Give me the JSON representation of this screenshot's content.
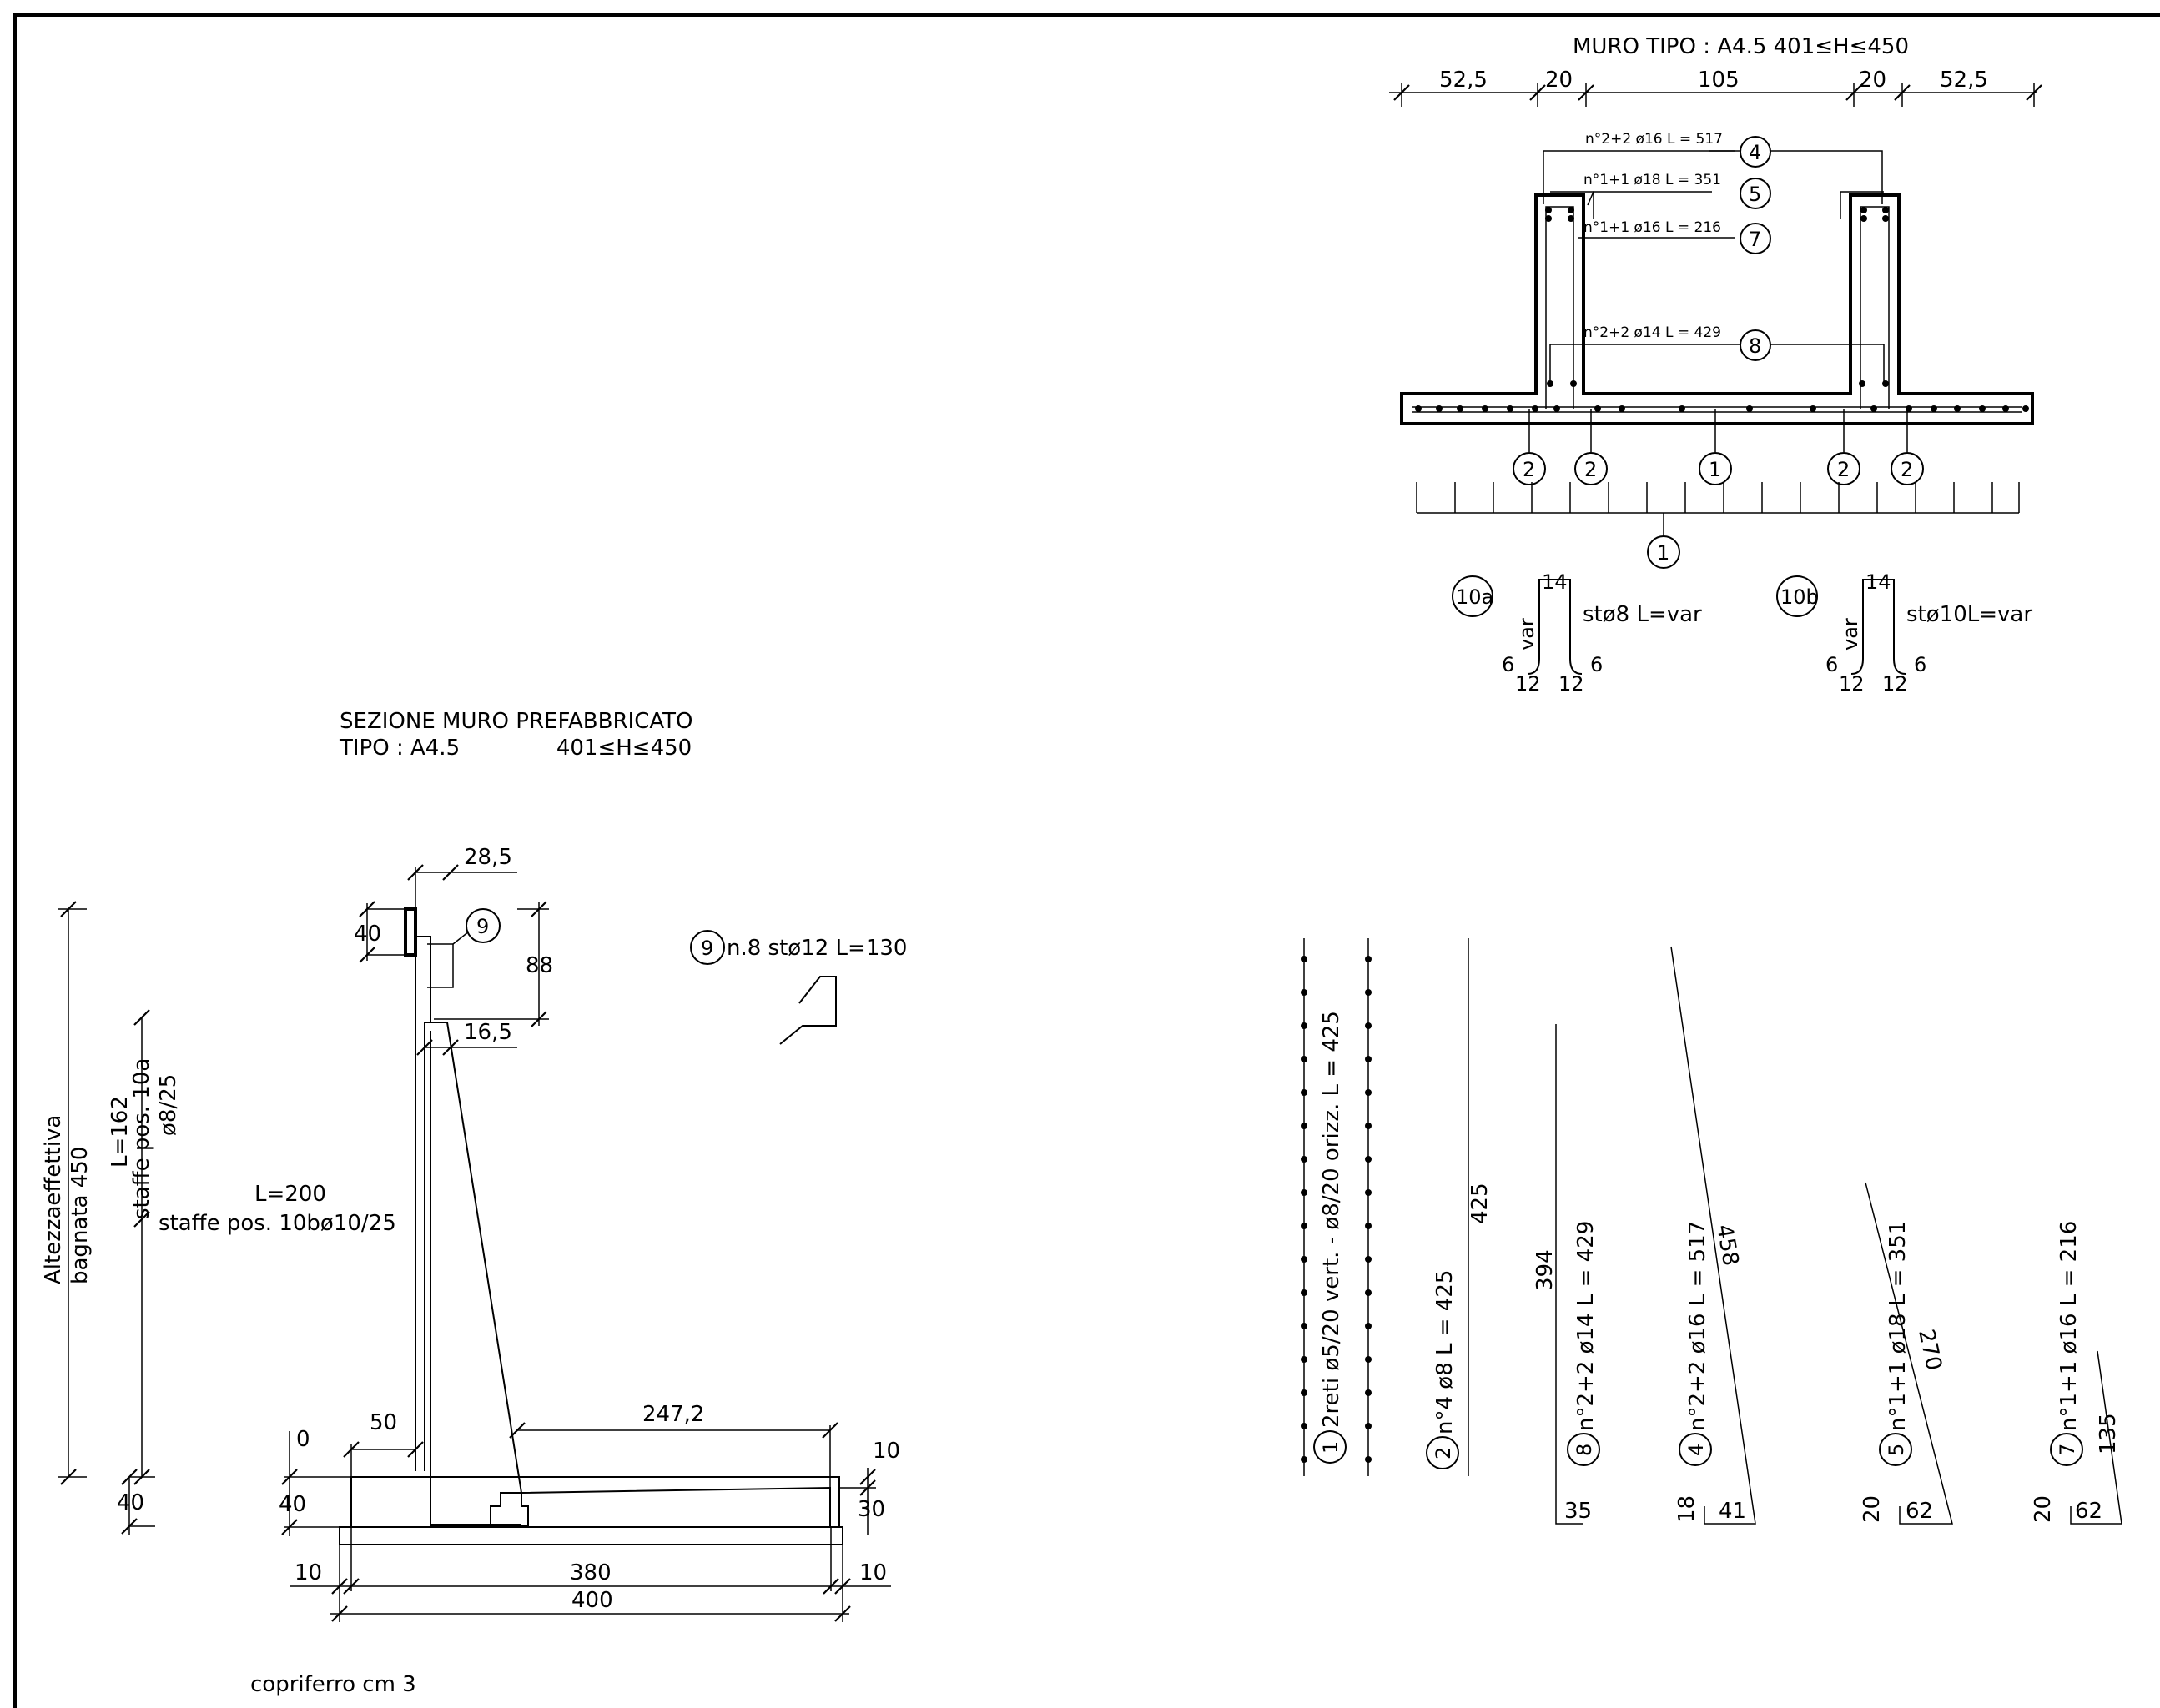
{
  "cross_section": {
    "title": "MURO TIPO : A4.5   401≤H≤450",
    "dims_top": [
      "52,5",
      "20",
      "105",
      "20",
      "52,5"
    ],
    "bars": [
      {
        "mark": "4",
        "label": "n°2+2  ø16  L = 517"
      },
      {
        "mark": "5",
        "label": "n°1+1  ø18  L = 351"
      },
      {
        "mark": "7",
        "label": "n°1+1  ø16  L = 216"
      },
      {
        "mark": "8",
        "label": "n°2+2  ø14  L = 429"
      }
    ],
    "bottom_marks": [
      "2",
      "2",
      "1",
      "2",
      "2"
    ],
    "mesh_mark": "1"
  },
  "stirrups": [
    {
      "mark": "10a",
      "top": "14",
      "side": "var",
      "label": "stø8  L=var",
      "hooks": [
        "6",
        "6"
      ],
      "legs": [
        "12",
        "12"
      ]
    },
    {
      "mark": "10b",
      "top": "14",
      "side": "var",
      "label": "stø10L=var",
      "hooks": [
        "6",
        "6"
      ],
      "legs": [
        "12",
        "12"
      ]
    }
  ],
  "section": {
    "title_line1": "SEZIONE MURO PREFABBRICATO",
    "title_line2": "TIPO : A4.5              401≤H≤450",
    "dims": {
      "top_width": "28,5",
      "cap_height": "40",
      "cap_drop": "88",
      "rib_width": "16,5",
      "toe": "50",
      "heel": "247,2",
      "zero": "0",
      "base_thk": "40",
      "slab_top": "10",
      "slab_mid": "30",
      "left_pad": "10",
      "base_len": "380",
      "right_pad": "10",
      "total_len": "400",
      "left_bottom": "40"
    },
    "left_labels": {
      "height_line1": "Altezzaeffettiva",
      "height_line2": "bagnata  450",
      "stirrup_a_l": "L=162",
      "stirrup_a_pos": "staffe pos. 10a",
      "stirrup_a_dia": "ø8/25",
      "stirrup_b_l": "L=200",
      "stirrup_b_pos": "staffe pos. 10bø10/25"
    },
    "pos9": {
      "mark": "9",
      "label": "n.8  stø12  L=130"
    },
    "cover_note": "copriferro  cm  3"
  },
  "bar_schedule": [
    {
      "mark": "1",
      "label": "2reti  ø5/20 vert. - ø8/20 orizz. L = 425"
    },
    {
      "mark": "2",
      "label": "n°4  ø8  L = 425",
      "dim1": "425"
    },
    {
      "mark": "8",
      "label": "n°2+2  ø14  L = 429",
      "dim1": "394",
      "dim2": "35"
    },
    {
      "mark": "4",
      "label": "n°2+2  ø16  L = 517",
      "dim1": "458",
      "dim2": "41",
      "dim3": "18"
    },
    {
      "mark": "5",
      "label": "n°1+1  ø18  L = 351",
      "dim1": "270",
      "dim2": "62",
      "dim3": "20"
    },
    {
      "mark": "7",
      "label": "n°1+1  ø16  L = 216",
      "dim1": "135",
      "dim2": "62",
      "dim3": "20"
    }
  ]
}
